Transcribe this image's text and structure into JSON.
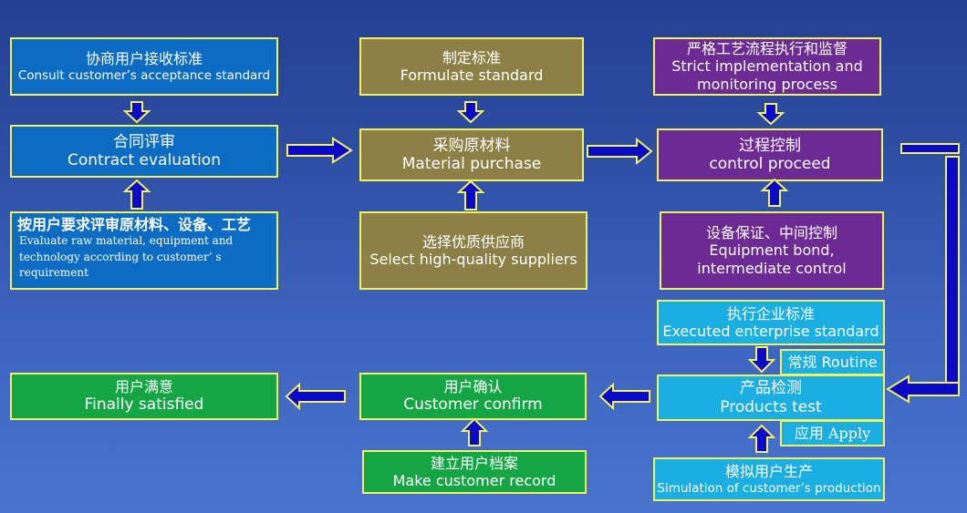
{
  "diagram": {
    "title": "Quality control process flow",
    "colors": {
      "background_top": "#243f93",
      "background_bottom": "#4874cf",
      "box_border": "#f2f25a",
      "arrow_fill": "#0a0ac8",
      "contract_stage": "#0c6cc4",
      "purchase_stage": "#8c8046",
      "process_stage": "#6c2b94",
      "test_stage": "#1aaee2",
      "confirm_stage": "#14a644"
    },
    "boxes": {
      "consult_standard": {
        "zh": "协商用户接收标准",
        "en": "Consult customer’s acceptance standard"
      },
      "contract_evaluation": {
        "zh": "合同评审",
        "en": "Contract evaluation"
      },
      "evaluate_raw": {
        "zh": "按用户要求评审原材料、设备、工艺",
        "en": "Evaluate raw material, equipment and technology  according to customer’ s requirement"
      },
      "formulate_standard": {
        "zh": "制定标准",
        "en": "Formulate standard"
      },
      "material_purchase": {
        "zh": "采购原材料",
        "en": "Material purchase"
      },
      "select_suppliers": {
        "zh": "选择优质供应商",
        "en": "Select high-quality suppliers"
      },
      "strict_implementation": {
        "zh": "严格工艺流程执行和监督",
        "en_line1": "Strict implementation and",
        "en_line2": "monitoring process"
      },
      "control_proceed": {
        "zh": "过程控制",
        "en": "control proceed"
      },
      "equipment_bond": {
        "zh": "设备保证、中间控制",
        "en_line1": "Equipment bond,",
        "en_line2": "intermediate control"
      },
      "executed_standard": {
        "zh": "执行企业标准",
        "en": "Executed enterprise standard"
      },
      "routine": {
        "label": "常规 Routine"
      },
      "products_test": {
        "zh": "产品检测",
        "en": "Products test"
      },
      "apply": {
        "label": "应用 Apply"
      },
      "simulation": {
        "zh": "模拟用户生产",
        "en": "Simulation of customer’s production"
      },
      "finally_satisfied": {
        "zh": "用户满意",
        "en": "Finally satisfied"
      },
      "customer_confirm": {
        "zh": "用户确认",
        "en": "Customer confirm"
      },
      "customer_record": {
        "zh": "建立用户档案",
        "en": "Make customer record"
      }
    }
  }
}
